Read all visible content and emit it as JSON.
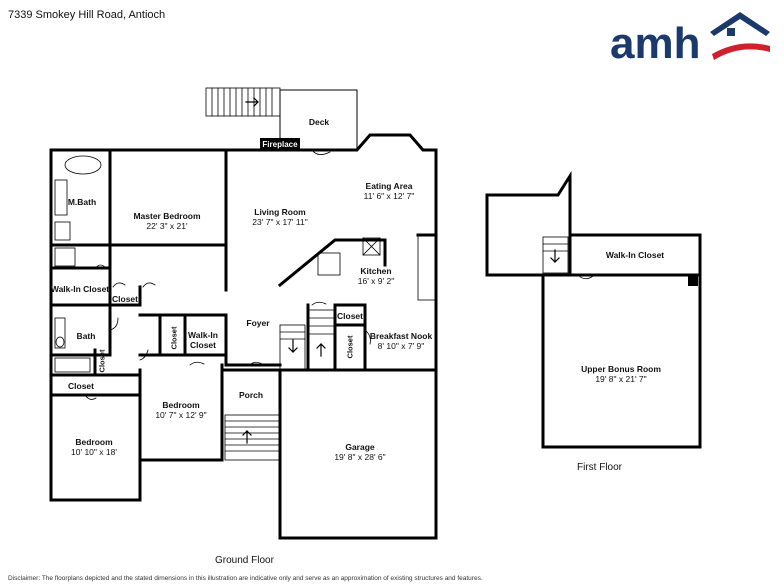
{
  "header": {
    "address": "7339 Smokey Hill Road, Antioch"
  },
  "logo": {
    "text": "amh",
    "color": "#1b3a6b",
    "swoosh_color": "#d0202e"
  },
  "rooms": {
    "deck": {
      "name": "Deck"
    },
    "fireplace": {
      "name": "Fireplace"
    },
    "eating": {
      "name": "Eating Area",
      "dims": "11' 6\" x 12' 7\""
    },
    "mbath": {
      "name": "M.Bath"
    },
    "master": {
      "name": "Master Bedroom",
      "dims": "22' 3\" x 21'"
    },
    "living": {
      "name": "Living Room",
      "dims": "23' 7\" x 17' 11\""
    },
    "kitchen": {
      "name": "Kitchen",
      "dims": "16' x 9' 2\""
    },
    "wic_master": {
      "name": "Walk-In Closet"
    },
    "closet_master": {
      "name": "Closet"
    },
    "bath": {
      "name": "Bath"
    },
    "closet_hall_v": {
      "name": "Closet"
    },
    "wic_hall": {
      "name": "Walk-In Closet"
    },
    "foyer": {
      "name": "Foyer"
    },
    "closet_stair": {
      "name": "Closet"
    },
    "breakfast": {
      "name": "Breakfast Nook",
      "dims": "8' 10\" x 7' 9\""
    },
    "closet_nook": {
      "name": "Closet"
    },
    "closet_bath": {
      "name": "Closet"
    },
    "closet_bed1": {
      "name": "Closet"
    },
    "bedroom2": {
      "name": "Bedroom",
      "dims": "10' 7\" x 12' 9\""
    },
    "porch": {
      "name": "Porch"
    },
    "bedroom1": {
      "name": "Bedroom",
      "dims": "10' 10\" x 18'"
    },
    "garage": {
      "name": "Garage",
      "dims": "19' 8\" x 28' 6\""
    },
    "wic_upper": {
      "name": "Walk-In Closet"
    },
    "bonus": {
      "name": "Upper Bonus Room",
      "dims": "19' 8\" x 21' 7\""
    }
  },
  "floors": {
    "ground": "Ground Floor",
    "first": "First Floor"
  },
  "footer": {
    "disclaimer": "Disclaimer: The floorplans depicted and the stated dimensions in this illustration are indicative only and serve as an approximation of existing structures and features."
  }
}
